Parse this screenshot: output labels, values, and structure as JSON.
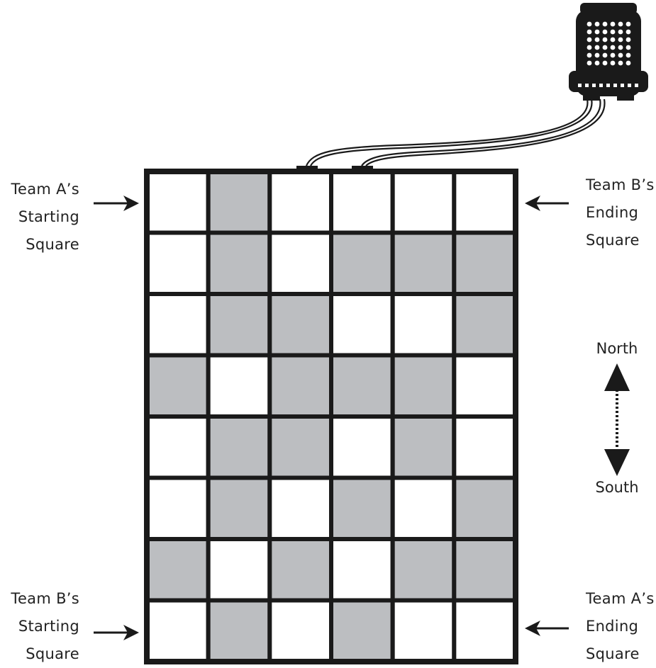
{
  "colors": {
    "shaded": "#bcbec1",
    "open": "#ffffff",
    "grid": "#1a1a1a"
  },
  "grid": {
    "columns": 6,
    "rows": 8,
    "cells": [
      [
        "W",
        "S",
        "W",
        "W",
        "W",
        "W"
      ],
      [
        "W",
        "S",
        "W",
        "S",
        "S",
        "S"
      ],
      [
        "W",
        "S",
        "S",
        "W",
        "W",
        "S"
      ],
      [
        "S",
        "W",
        "S",
        "S",
        "S",
        "W"
      ],
      [
        "W",
        "S",
        "S",
        "W",
        "S",
        "W"
      ],
      [
        "W",
        "S",
        "W",
        "S",
        "W",
        "S"
      ],
      [
        "S",
        "W",
        "S",
        "W",
        "S",
        "S"
      ],
      [
        "W",
        "S",
        "W",
        "S",
        "W",
        "W"
      ]
    ]
  },
  "labels": {
    "team_a_start": [
      "Team A’s",
      "Starting",
      "Square"
    ],
    "team_b_end": [
      "Team B’s",
      "Ending",
      "Square"
    ],
    "team_b_start": [
      "Team B’s",
      "Starting",
      "Square"
    ],
    "team_a_end": [
      "Team A’s",
      "Ending",
      "Square"
    ]
  },
  "compass": {
    "north": "North",
    "south": "South"
  },
  "icons": {
    "controller": "electronic-controller-icon"
  }
}
